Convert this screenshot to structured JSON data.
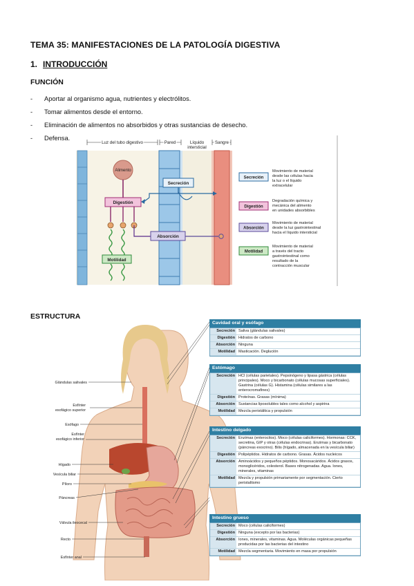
{
  "title": "TEMA 35: MANIFESTACIONES DE LA PATOLOGÍA DIGESTIVA",
  "section1": {
    "number": "1.",
    "label": "INTRODUCCIÓN"
  },
  "funcion": {
    "heading": "FUNCIÓN",
    "bullets": [
      "Aportar al organismo agua, nutrientes y electrólitos.",
      "Tomar alimentos desde el entorno.",
      "Eliminación de alimentos no absorbidos y otras sustancias de desecho.",
      "Defensa."
    ]
  },
  "diagram1": {
    "col_luz": "Luz del tubo digestivo",
    "col_pared": "Pared",
    "col_liquido1": "Líquido",
    "col_liquido2": "intersticial",
    "col_sangre": "Sangre",
    "alimento": "Alimento",
    "secrecion": "Secreción",
    "digestion": "Digestión",
    "absorcion": "Absorción",
    "motilidad": "Motilidad",
    "legend": [
      {
        "key": "Secreción",
        "lines": [
          "Movimiento de material",
          "desde las células hacia",
          "la luz o el líquido",
          "extracelular"
        ]
      },
      {
        "key": "Digestión",
        "lines": [
          "Degradación química y",
          "mecánica del alimento",
          "en unidades absorbibles"
        ]
      },
      {
        "key": "Absorción",
        "lines": [
          "Movimiento de material",
          "desde la luz gastrointestinal",
          "hacia el líquido intersticial"
        ]
      },
      {
        "key": "Motilidad",
        "lines": [
          "Movimiento de material",
          "a través del tracto",
          "gastrointestinal como",
          "resultado de la",
          "contracción muscular"
        ]
      }
    ]
  },
  "estructura": {
    "heading": "ESTRUCTURA",
    "labels": {
      "glandulas": "Glándulas salivales",
      "esf_sup1": "Esfínter",
      "esf_sup2": "esofágico superior",
      "esofago": "Esófago",
      "esf_inf1": "Esfínter",
      "esf_inf2": "esofágico inferior",
      "higado": "Hígado",
      "vesicula": "Vesícula biliar",
      "piloro": "Píloro",
      "pancreas": "Páncreas",
      "valvula": "Válvula ileocecal",
      "recto": "Recto",
      "esf_anal": "Esfínter anal"
    },
    "tables": [
      {
        "title": "Cavidad oral y esófago",
        "rows": [
          {
            "k": "Secreción",
            "v": "Saliva (glándulas salivales)"
          },
          {
            "k": "Digestión",
            "v": "Hidratos de carbono"
          },
          {
            "k": "Absorción",
            "v": "Ninguna"
          },
          {
            "k": "Motilidad",
            "v": "Masticación. Deglución"
          }
        ]
      },
      {
        "title": "Estómago",
        "rows": [
          {
            "k": "Secreción",
            "v": "HCl (células parietales). Pepsinógeno y lipasa gástrica (células principales). Moco y bicarbonato (células mucosas superficiales). Gastrina (células G). Histamina (células similares a las enterocromafines)"
          },
          {
            "k": "Digestión",
            "v": "Proteínas. Grasas (mínima)"
          },
          {
            "k": "Absorción",
            "v": "Sustancias liposolubles tales como alcohol y aspirina"
          },
          {
            "k": "Motilidad",
            "v": "Mezcla peristáltica y propulsión"
          }
        ]
      },
      {
        "title": "Intestino delgado",
        "rows": [
          {
            "k": "Secreción",
            "v": "Enzimas (enterocitos). Moco (células caliciformes). Hormonas: CCK, secretina, GIP y otras (células endocrinas). Enzimas y bicarbonato (páncreas exocrino). Bilis (hígado, almacenada en la vesícula biliar)"
          },
          {
            "k": "Digestión",
            "v": "Polipéptidos. Hidratos de carbono. Grasas. Ácidos nucleicos"
          },
          {
            "k": "Absorción",
            "v": "Aminoácidos y pequeños péptidos. Monosacáridos. Ácidos grasos, monoglicéridos, colesterol. Bases nitrogenadas. Agua. Iones, minerales, vitaminas"
          },
          {
            "k": "Motilidad",
            "v": "Mezcla y propulsión primariamente por segmentación. Cierto peristaltismo"
          }
        ]
      },
      {
        "title": "Intestino grueso",
        "rows": [
          {
            "k": "Secreción",
            "v": "Moco (células caliciformes)"
          },
          {
            "k": "Digestión",
            "v": "Ninguna (excepto por las bacterias)"
          },
          {
            "k": "Absorción",
            "v": "Iones, minerales, vitaminas. Agua. Moléculas orgánicas pequeñas producidas por las bacterias del intestino"
          },
          {
            "k": "Motilidad",
            "v": "Mezcla segmentaria. Movimiento en masa por propulsión"
          }
        ]
      }
    ]
  }
}
